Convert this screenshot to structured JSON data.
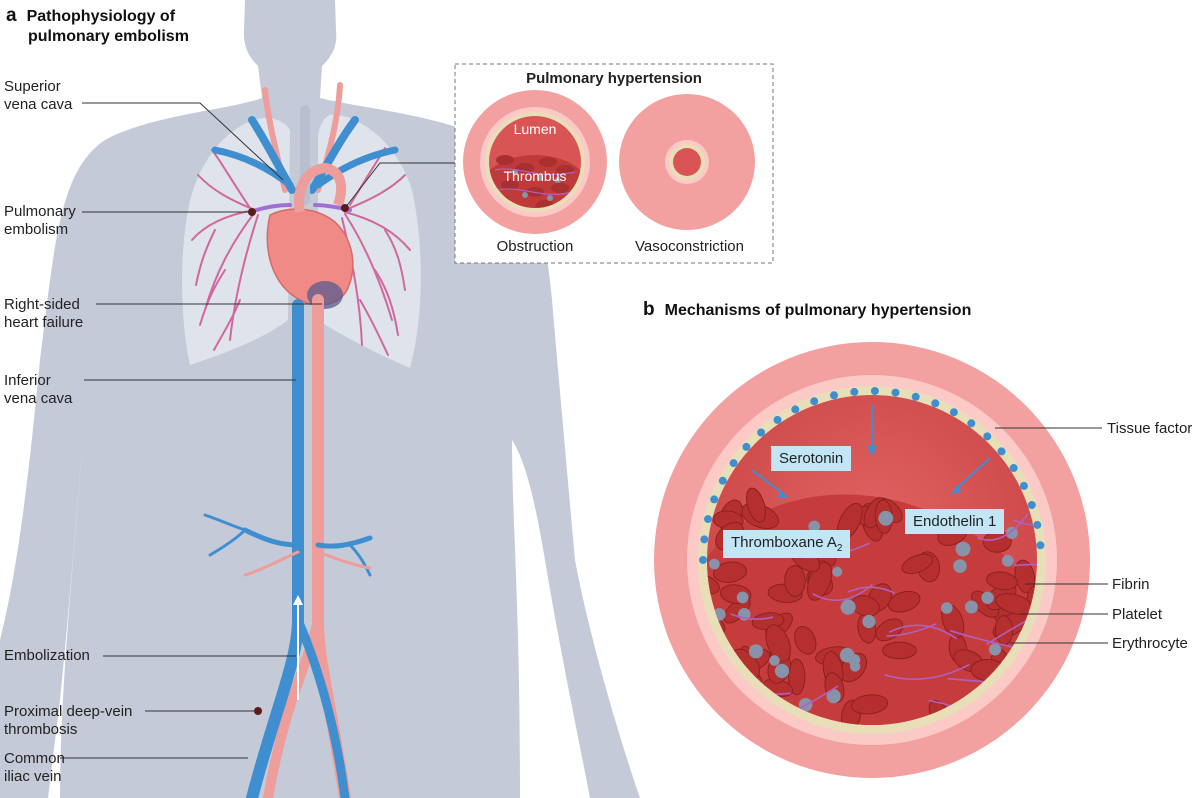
{
  "panel_a": {
    "letter": "a",
    "title_line1": "Pathophysiology of",
    "title_line2": "pulmonary embolism",
    "labels": {
      "svc_1": "Superior",
      "svc_2": "vena cava",
      "pe_1": "Pulmonary",
      "pe_2": "embolism",
      "rhf_1": "Right-sided",
      "rhf_2": "heart failure",
      "ivc_1": "Inferior",
      "ivc_2": "vena cava",
      "embolization": "Embolization",
      "dvt_1": "Proximal deep-vein",
      "dvt_2": "thrombosis",
      "iliac_1": "Common",
      "iliac_2": "iliac vein"
    },
    "inset": {
      "title": "Pulmonary hypertension",
      "lumen": "Lumen",
      "thrombus": "Thrombus",
      "obstruction": "Obstruction",
      "vasoconstriction": "Vasoconstriction"
    }
  },
  "panel_b": {
    "letter": "b",
    "title": "Mechanisms of pulmonary hypertension",
    "boxes": {
      "serotonin": "Serotonin",
      "endothelin": "Endothelin 1",
      "thromboxane": "Thromboxane A",
      "thromboxane_sub": "2"
    },
    "labels": {
      "tissue_factor": "Tissue factor",
      "fibrin": "Fibrin",
      "platelet": "Platelet",
      "erythrocyte": "Erythrocyte"
    }
  },
  "colors": {
    "body": "#c5cad9",
    "lung": "#dfe3ec",
    "vein": "#3f8fd0",
    "artery": "#ee9d9a",
    "heart": "#ef8a86",
    "vessel_outer": "#f3a0a1",
    "vessel_wall": "#e8dfb8",
    "lumen": "#d95555",
    "platelet": "#8892a8",
    "fibrin": "#b060c0",
    "box": "#c2e6f6"
  }
}
